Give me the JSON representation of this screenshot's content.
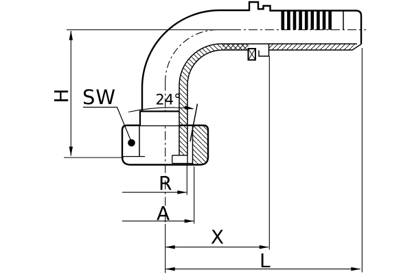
{
  "drawing": {
    "description": "Technical line drawing of a 90-degree elbow hydraulic hose fitting (DKO swivel nut end with 24-degree sealing cone and serrated hose nipple), shown in half-section with dimension annotations",
    "colors": {
      "line": "#000000",
      "background": "#ffffff"
    },
    "labels": {
      "height": "H",
      "wrench_size": "SW",
      "cone_angle": "24°",
      "dim_r": "R",
      "dim_a": "A",
      "dim_x": "X",
      "dim_l": "L"
    }
  }
}
